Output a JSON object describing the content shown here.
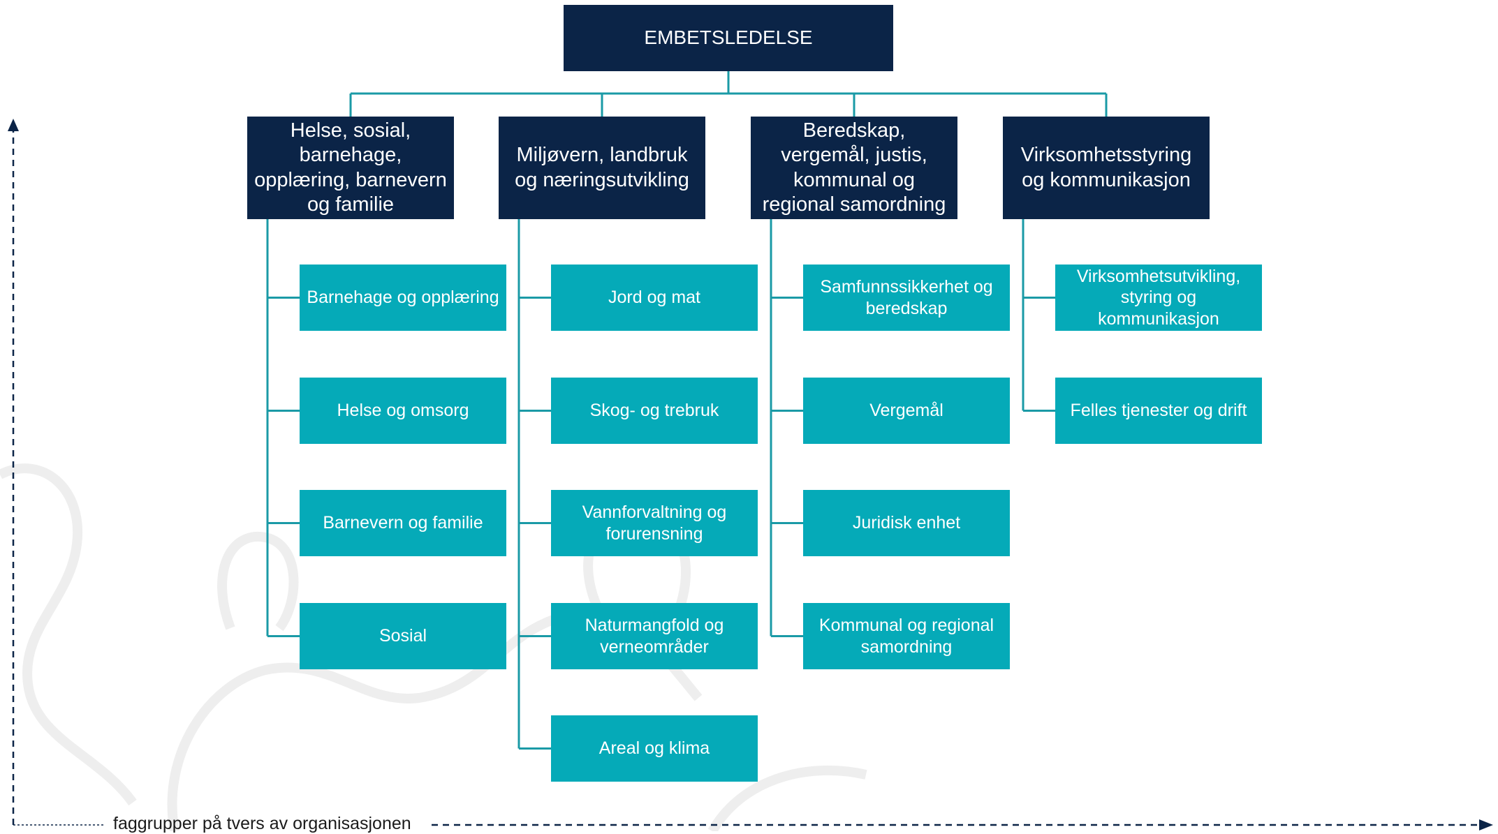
{
  "top": {
    "label": "EMBETSLEDELSE"
  },
  "departments": [
    {
      "label": "Helse, sosial, barnehage, opplæring, barnevern og familie",
      "sections": [
        "Barnehage og opplæring",
        "Helse og omsorg",
        "Barnevern og familie",
        "Sosial"
      ]
    },
    {
      "label": "Miljøvern, landbruk og næringsutvikling",
      "sections": [
        "Jord og mat",
        "Skog- og trebruk",
        "Vannforvaltning og forurensning",
        "Naturmangfold og verneområder",
        "Areal og klima"
      ]
    },
    {
      "label": "Beredskap, vergemål, justis, kommunal og regional samordning",
      "sections": [
        "Samfunnssikkerhet og beredskap",
        "Vergemål",
        "Juridisk enhet",
        "Kommunal og regional samordning"
      ]
    },
    {
      "label": "Virksomhetsstyring og kommunikasjon",
      "sections": [
        "Virksomhetsutvikling, styring og kommunikasjon",
        "Felles tjenester og drift"
      ]
    }
  ],
  "axis": {
    "label": "faggrupper på tvers av organisasjonen"
  },
  "colors": {
    "navy": "#0b2447",
    "teal": "#05aab8",
    "connector": "#1a9aa6",
    "axis": "#0b2447"
  }
}
